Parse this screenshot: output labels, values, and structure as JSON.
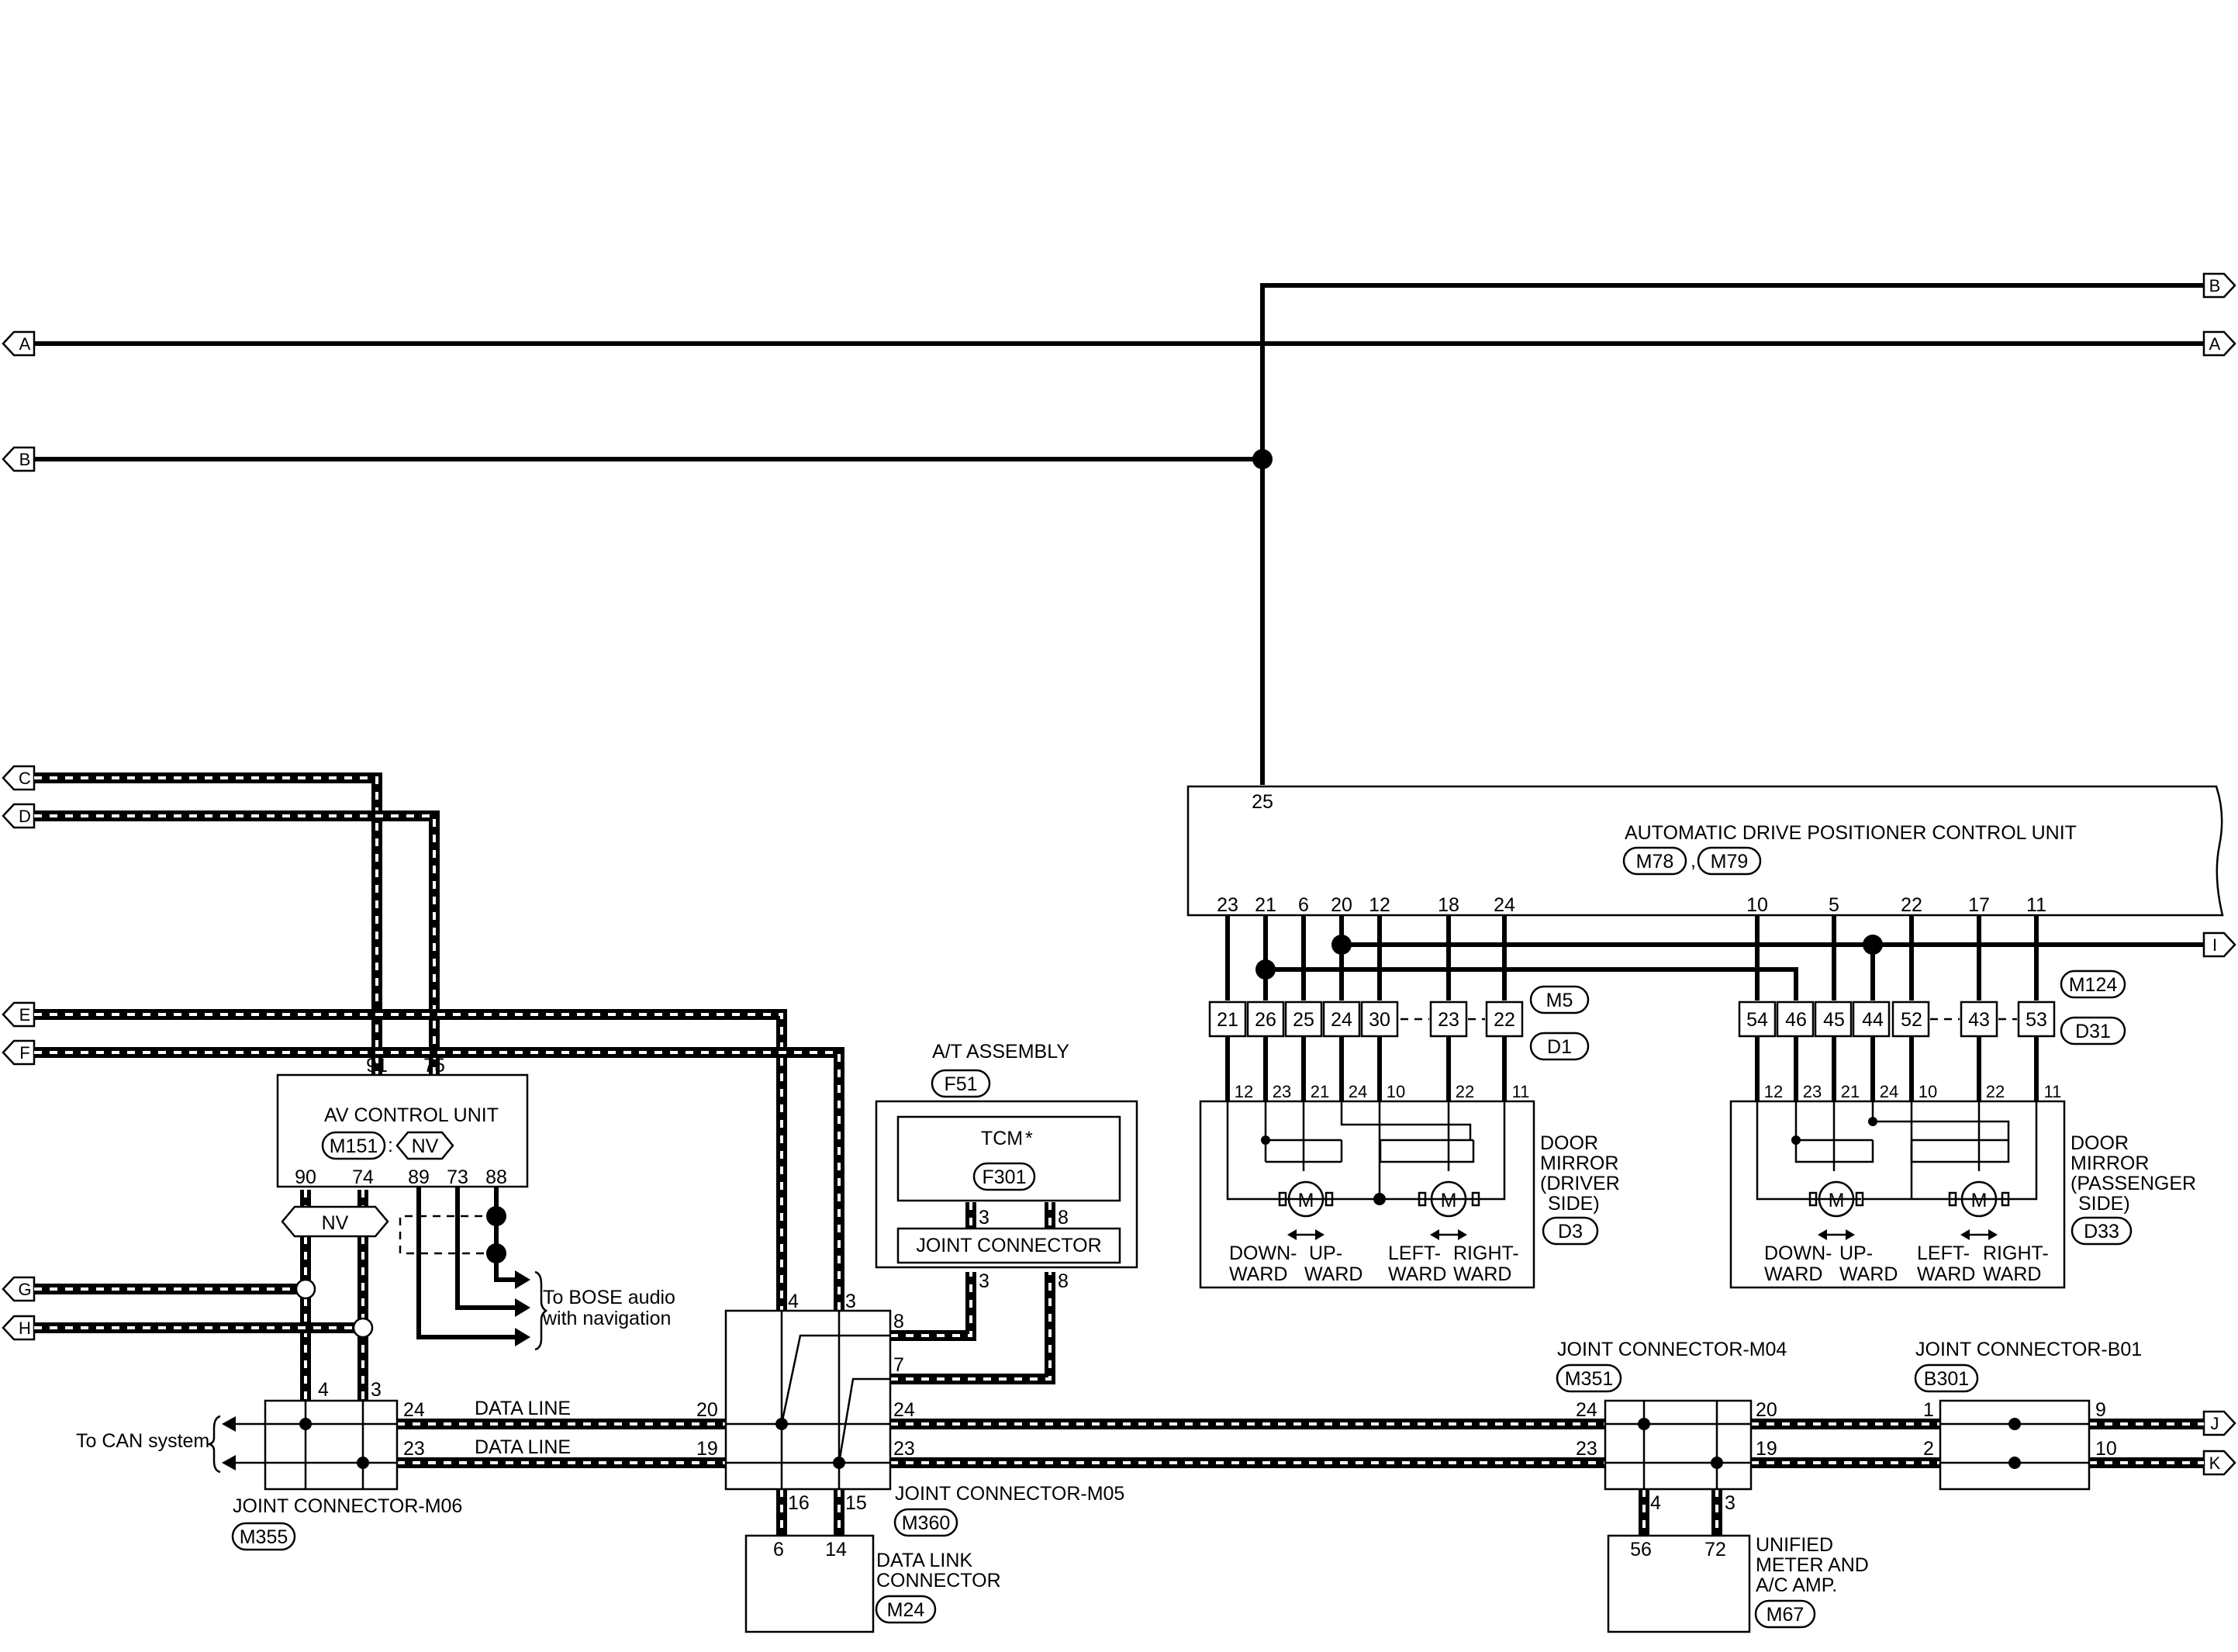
{
  "offpage": {
    "left": [
      "A",
      "B",
      "C",
      "D",
      "E",
      "F",
      "G",
      "H"
    ],
    "right": [
      "B",
      "A",
      "I",
      "J",
      "K"
    ]
  },
  "adp_unit": {
    "name": "AUTOMATIC DRIVE POSITIONER CONTROL UNIT",
    "connectors": [
      "M78",
      "M79"
    ],
    "top_pin": "25",
    "pins_left": [
      "23",
      "21",
      "6",
      "20",
      "12",
      "18",
      "24"
    ],
    "pins_right": [
      "10",
      "5",
      "22",
      "17",
      "11"
    ]
  },
  "driver_mirror": {
    "name_lines": [
      "DOOR",
      "MIRROR",
      "(DRIVER",
      "SIDE)"
    ],
    "connector": "D3",
    "jc_cells": [
      "21",
      "26",
      "25",
      "24",
      "30",
      "23",
      "22"
    ],
    "jc_labels": [
      "M5",
      "D1"
    ],
    "pins": [
      "12",
      "23",
      "21",
      "24",
      "10",
      "22",
      "11"
    ],
    "motor": "M",
    "dir_labels": [
      "DOWN-",
      "UP-",
      "WARD",
      "WARD",
      "LEFT-",
      "RIGHT-",
      "WARD",
      "WARD"
    ]
  },
  "passenger_mirror": {
    "name_lines": [
      "DOOR",
      "MIRROR",
      "(PASSENGER",
      "SIDE)"
    ],
    "connector": "D33",
    "jc_cells": [
      "54",
      "46",
      "45",
      "44",
      "52",
      "43",
      "53"
    ],
    "jc_labels": [
      "M124",
      "D31"
    ],
    "pins": [
      "12",
      "23",
      "21",
      "24",
      "10",
      "22",
      "11"
    ],
    "motor": "M",
    "dir_labels": [
      "DOWN-",
      "UP-",
      "WARD",
      "WARD",
      "LEFT-",
      "RIGHT-",
      "WARD",
      "WARD"
    ]
  },
  "av_unit": {
    "name": "AV CONTROL UNIT",
    "connector": "M151",
    "option": "NV",
    "top_pins": [
      "91",
      "75"
    ],
    "bottom_pins": [
      "90",
      "74",
      "89",
      "73",
      "88"
    ],
    "nv_tag": "NV",
    "bose_lines": [
      "To BOSE audio",
      "with navigation"
    ]
  },
  "at_assembly": {
    "name": "A/T ASSEMBLY",
    "connector": "F51",
    "tcm": "TCM",
    "tcm_mark": "*",
    "tcm_connector": "F301",
    "jc_name": "JOINT CONNECTOR",
    "inner_pins": [
      "3",
      "8"
    ],
    "outer_pins": [
      "3",
      "8"
    ]
  },
  "jc_m06": {
    "name": "JOINT CONNECTOR-M06",
    "connector": "M355",
    "top_pins": [
      "4",
      "3"
    ],
    "right_pins": [
      "24",
      "23"
    ],
    "can_note": "To CAN system"
  },
  "jc_m05": {
    "name": "JOINT CONNECTOR-M05",
    "connector": "M360",
    "top_pins": [
      "4",
      "3"
    ],
    "left_pins": [
      "20",
      "19"
    ],
    "right_pins": [
      "8",
      "7",
      "24",
      "23"
    ],
    "bottom_pins": [
      "16",
      "15"
    ]
  },
  "data_line": {
    "label": "DATA LINE"
  },
  "dlc": {
    "name_lines": [
      "DATA LINK",
      "CONNECTOR"
    ],
    "connector": "M24",
    "pins": [
      "6",
      "14"
    ]
  },
  "jc_m04": {
    "name": "JOINT CONNECTOR-M04",
    "connector": "M351",
    "left_pins": [
      "24",
      "23"
    ],
    "right_pins": [
      "20",
      "19"
    ],
    "bottom_pins": [
      "4",
      "3"
    ]
  },
  "meter": {
    "name_lines": [
      "UNIFIED",
      "METER AND",
      "A/C AMP."
    ],
    "connector": "M67",
    "pins": [
      "56",
      "72"
    ]
  },
  "jc_b01": {
    "name": "JOINT CONNECTOR-B01",
    "connector": "B301",
    "left_pins": [
      "1",
      "2"
    ],
    "right_pins": [
      "9",
      "10"
    ]
  }
}
